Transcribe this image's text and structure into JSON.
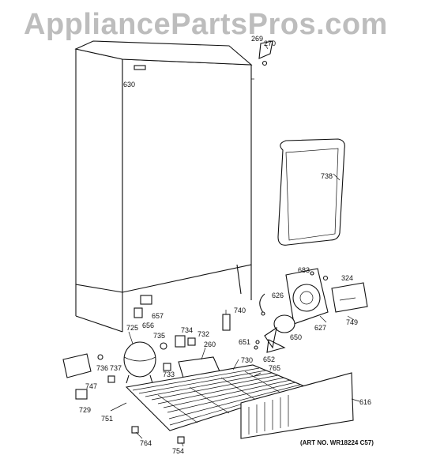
{
  "watermark": "AppliancePartsPros.com",
  "art_number": "(ART NO. WR18224 C57)",
  "part_labels": [
    {
      "id": "p269",
      "text": "269"
    },
    {
      "id": "p270",
      "text": "270"
    },
    {
      "id": "p630",
      "text": "630"
    },
    {
      "id": "p738",
      "text": "738"
    },
    {
      "id": "p683",
      "text": "683"
    },
    {
      "id": "p324",
      "text": "324"
    },
    {
      "id": "p626",
      "text": "626"
    },
    {
      "id": "p740",
      "text": "740"
    },
    {
      "id": "p657",
      "text": "657"
    },
    {
      "id": "p656",
      "text": "656"
    },
    {
      "id": "p725",
      "text": "725"
    },
    {
      "id": "p735",
      "text": "735"
    },
    {
      "id": "p734",
      "text": "734"
    },
    {
      "id": "p732",
      "text": "732"
    },
    {
      "id": "p260",
      "text": "260"
    },
    {
      "id": "p627",
      "text": "627"
    },
    {
      "id": "p749",
      "text": "749"
    },
    {
      "id": "p650",
      "text": "650"
    },
    {
      "id": "p651",
      "text": "651"
    },
    {
      "id": "p652",
      "text": "652"
    },
    {
      "id": "p730",
      "text": "730"
    },
    {
      "id": "p765",
      "text": "765"
    },
    {
      "id": "p736",
      "text": "736"
    },
    {
      "id": "p737",
      "text": "737"
    },
    {
      "id": "p733",
      "text": "733"
    },
    {
      "id": "p747",
      "text": "747"
    },
    {
      "id": "p729",
      "text": "729"
    },
    {
      "id": "p751",
      "text": "751"
    },
    {
      "id": "p616",
      "text": "616"
    },
    {
      "id": "p764",
      "text": "764"
    },
    {
      "id": "p754",
      "text": "754"
    }
  ]
}
